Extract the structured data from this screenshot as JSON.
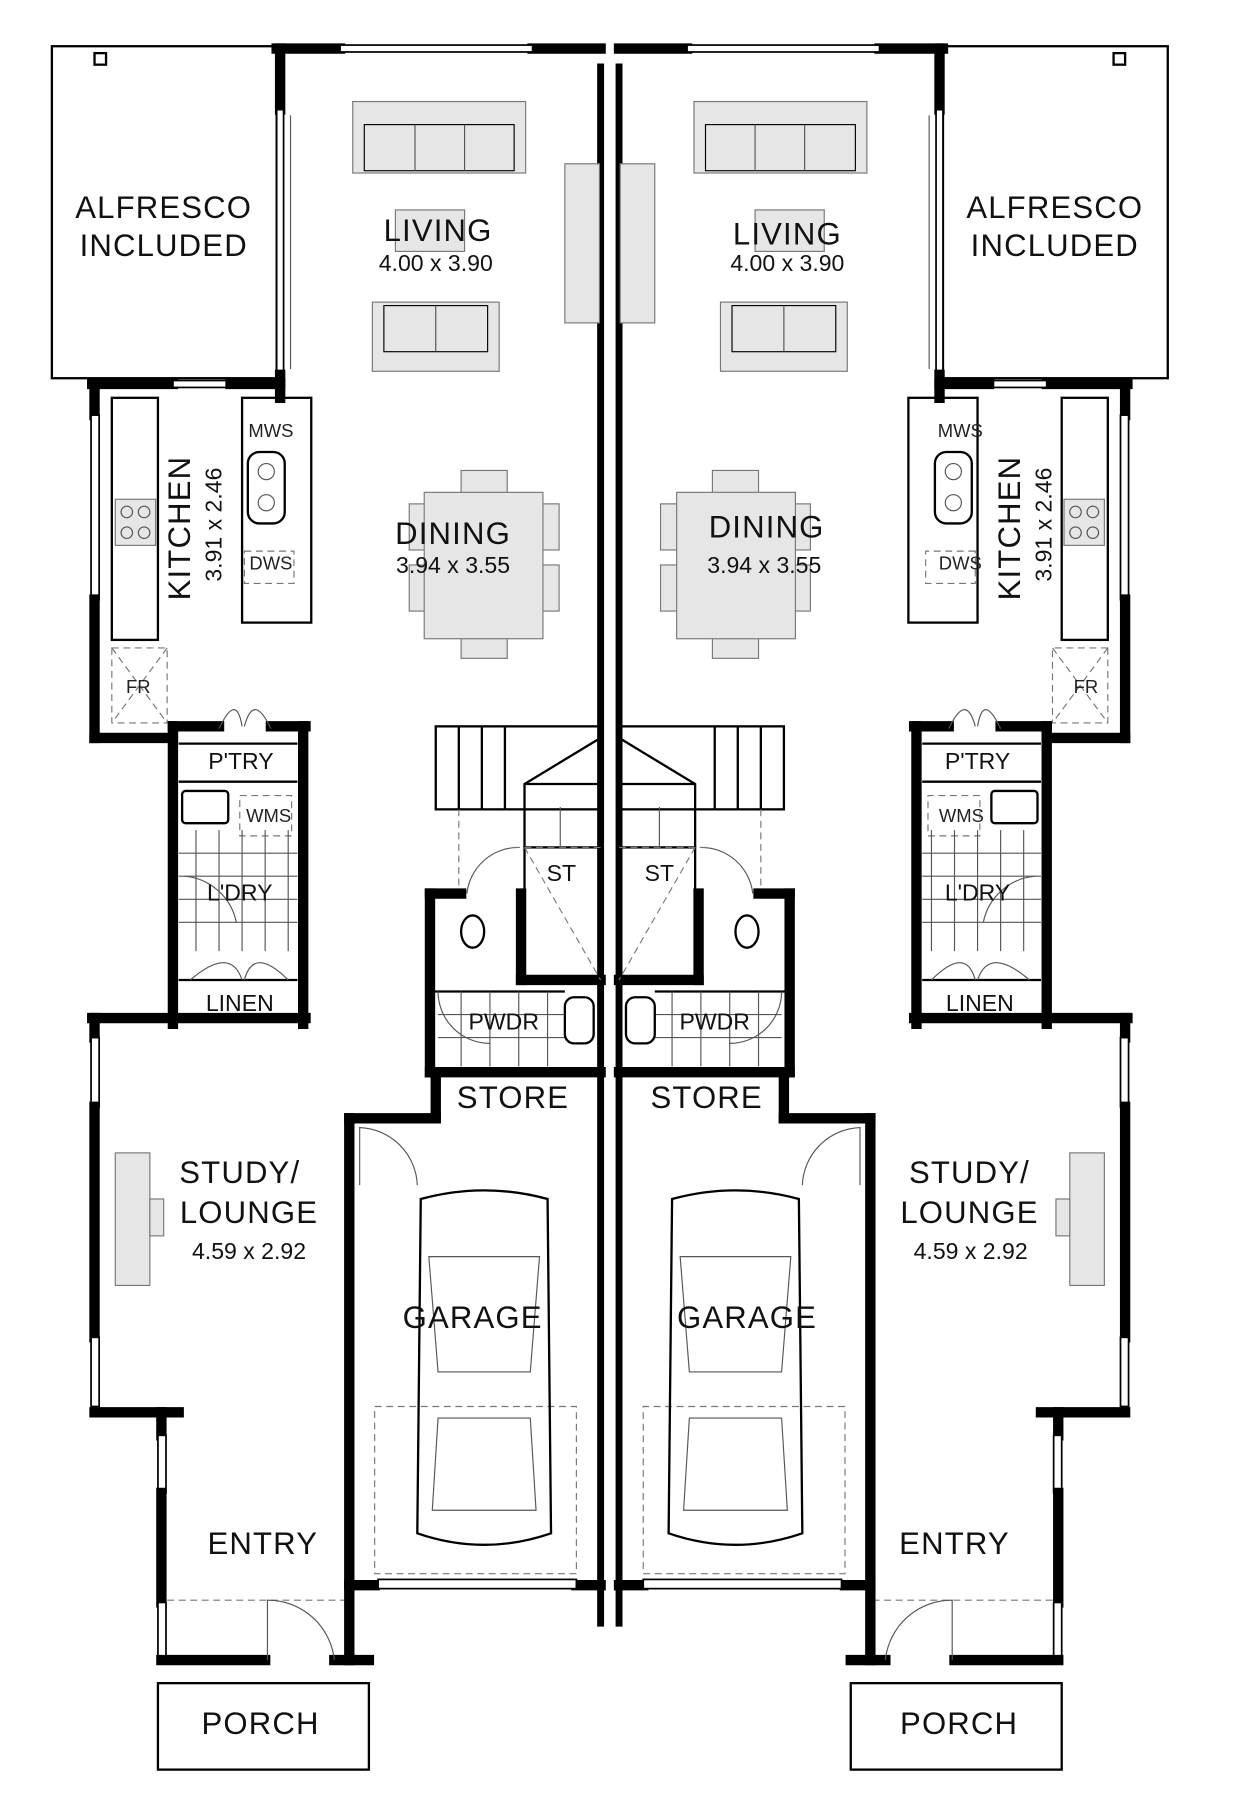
{
  "plan": {
    "left": {
      "alfresco": "ALFRESCO",
      "alfresco_note": "INCLUDED",
      "living": "LIVING",
      "living_dim": "4.00 x 3.90",
      "dining": "DINING",
      "dining_dim": "3.94 x 3.55",
      "kitchen": "KITCHEN",
      "kitchen_dim": "3.91 x 2.46",
      "mws": "MWS",
      "dws": "DWS",
      "fr": "FR",
      "pantry": "P'TRY",
      "wms": "WMS",
      "laundry": "L'DRY",
      "linen": "LINEN",
      "powder": "PWDR",
      "store": "STORE",
      "stair": "ST",
      "study": "STUDY/",
      "lounge": "LOUNGE",
      "study_dim": "4.59 x 2.92",
      "garage": "GARAGE",
      "entry": "ENTRY",
      "porch": "PORCH"
    },
    "right": {
      "alfresco": "ALFRESCO",
      "alfresco_note": "INCLUDED",
      "living": "LIVING",
      "living_dim": "4.00 x 3.90",
      "dining": "DINING",
      "dining_dim": "3.94 x 3.55",
      "kitchen": "KITCHEN",
      "kitchen_dim": "3.91 x 2.46",
      "mws": "MWS",
      "dws": "DWS",
      "fr": "FR",
      "pantry": "P'TRY",
      "wms": "WMS",
      "laundry": "L'DRY",
      "linen": "LINEN",
      "powder": "PWDR",
      "store": "STORE",
      "stair": "ST",
      "study": "STUDY/",
      "lounge": "LOUNGE",
      "study_dim": "4.59 x 2.92",
      "garage": "GARAGE",
      "entry": "ENTRY",
      "porch": "PORCH"
    }
  }
}
